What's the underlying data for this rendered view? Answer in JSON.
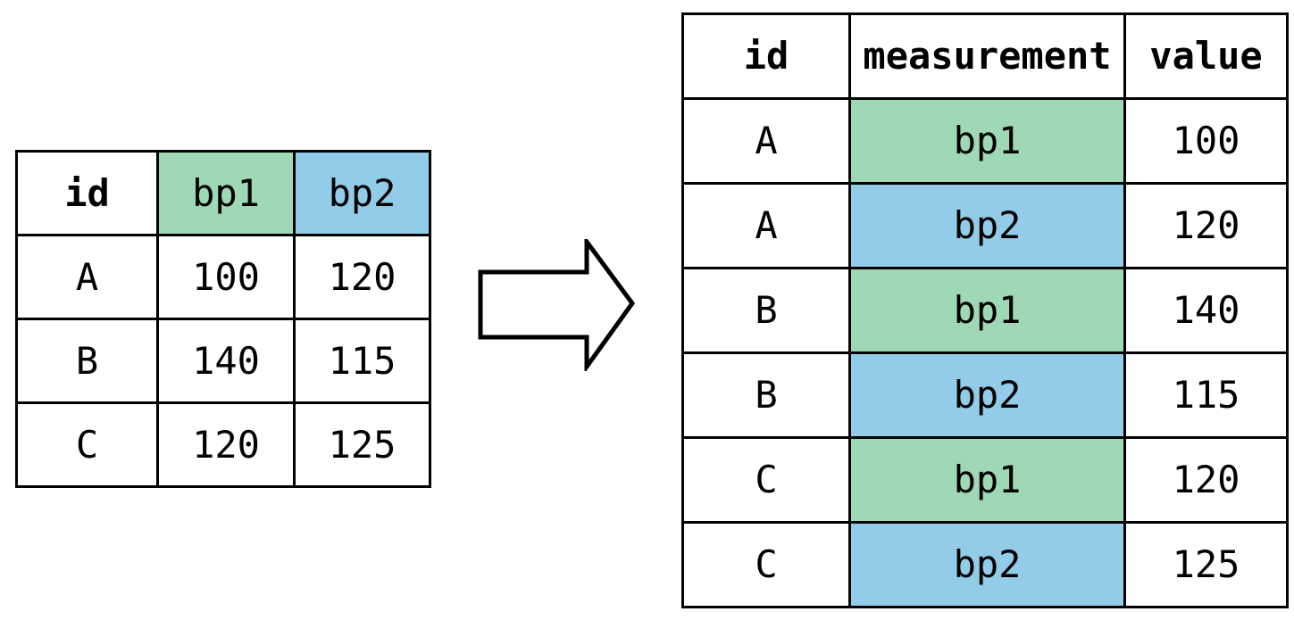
{
  "colors": {
    "green": "#9fd8b4",
    "blue": "#92cce9",
    "border": "#000000",
    "page_bg": "#ffffff"
  },
  "wide_table": {
    "headers": [
      {
        "label": "id",
        "highlight": "none",
        "bold": true
      },
      {
        "label": "bp1",
        "highlight": "green",
        "bold": false
      },
      {
        "label": "bp2",
        "highlight": "blue",
        "bold": false
      }
    ],
    "rows": [
      {
        "id": "A",
        "bp1": "100",
        "bp2": "120"
      },
      {
        "id": "B",
        "bp1": "140",
        "bp2": "115"
      },
      {
        "id": "C",
        "bp1": "120",
        "bp2": "125"
      }
    ]
  },
  "arrow": {
    "icon": "right-block-arrow",
    "direction": "right"
  },
  "long_table": {
    "headers": [
      {
        "label": "id"
      },
      {
        "label": "measurement"
      },
      {
        "label": "value"
      }
    ],
    "rows": [
      {
        "id": "A",
        "measurement": "bp1",
        "value": "100",
        "highlight": "green"
      },
      {
        "id": "A",
        "measurement": "bp2",
        "value": "120",
        "highlight": "blue"
      },
      {
        "id": "B",
        "measurement": "bp1",
        "value": "140",
        "highlight": "green"
      },
      {
        "id": "B",
        "measurement": "bp2",
        "value": "115",
        "highlight": "blue"
      },
      {
        "id": "C",
        "measurement": "bp1",
        "value": "120",
        "highlight": "green"
      },
      {
        "id": "C",
        "measurement": "bp2",
        "value": "125",
        "highlight": "blue"
      }
    ]
  }
}
